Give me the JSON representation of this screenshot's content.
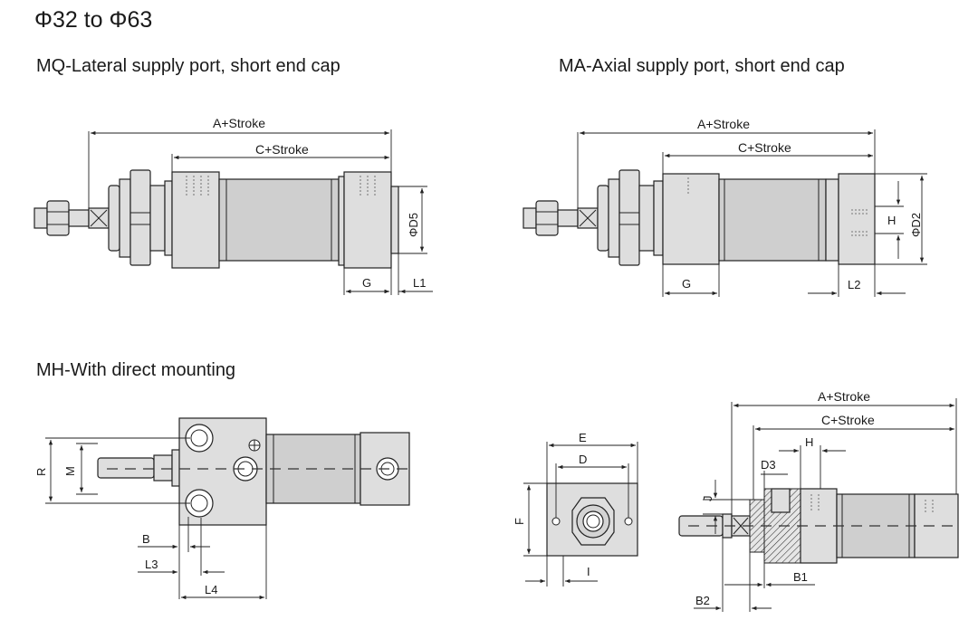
{
  "title": "Φ32 to Φ63",
  "views": {
    "mq": {
      "title": "MQ-Lateral supply port, short end cap",
      "dims": {
        "a": "A+Stroke",
        "c": "C+Stroke",
        "g": "G",
        "l1": "L1",
        "d5": "ΦD5"
      }
    },
    "ma": {
      "title": "MA-Axial supply port, short end cap",
      "dims": {
        "a": "A+Stroke",
        "c": "C+Stroke",
        "g": "G",
        "l2": "L2",
        "h": "H",
        "d2": "ΦD2"
      }
    },
    "mh": {
      "title": "MH-With direct mounting",
      "dims": {
        "r": "R",
        "m": "M",
        "b": "B",
        "l3": "L3",
        "l4": "L4"
      }
    },
    "end_view": {
      "dims": {
        "e": "E",
        "d": "D",
        "f": "F",
        "i": "I"
      }
    },
    "section": {
      "dims": {
        "a": "A+Stroke",
        "c": "C+Stroke",
        "h": "H",
        "d3": "D3",
        "j": "J",
        "b1": "B1",
        "b2": "B2"
      }
    }
  }
}
